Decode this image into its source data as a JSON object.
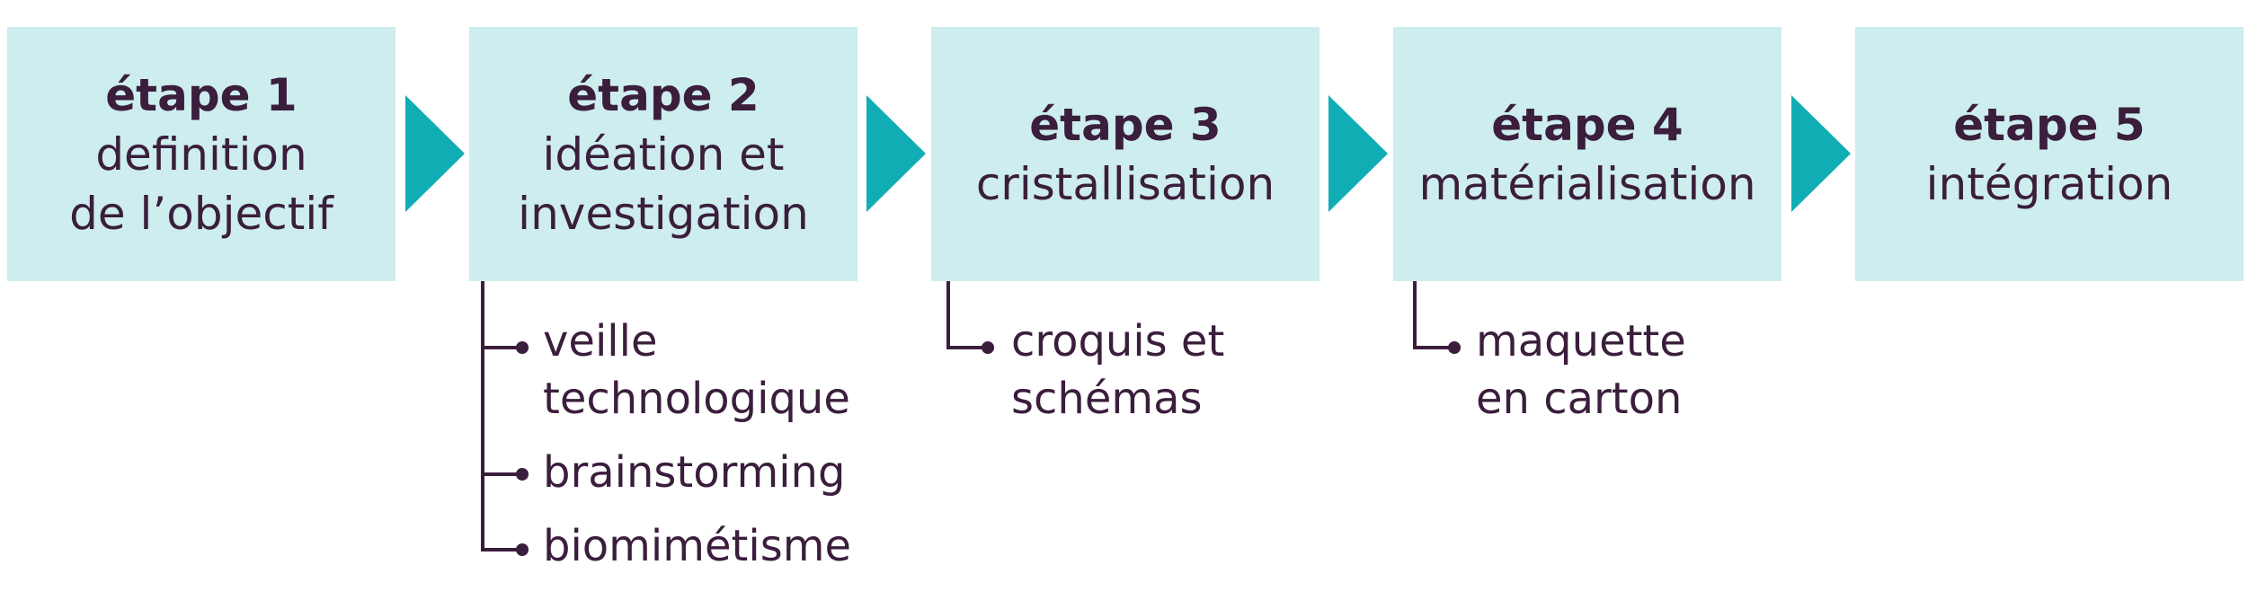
{
  "steps": [
    {
      "title": "étape 1",
      "lines": [
        "definition",
        "de l’objectif"
      ]
    },
    {
      "title": "étape 2",
      "lines": [
        "idéation et",
        "investigation"
      ]
    },
    {
      "title": "étape 3",
      "lines": [
        "cristallisation"
      ]
    },
    {
      "title": "étape 4",
      "lines": [
        "matérialisation"
      ]
    },
    {
      "title": "étape 5",
      "lines": [
        "intégration"
      ]
    }
  ],
  "substeps": {
    "step2": [
      "veille",
      "technologique",
      "brainstorming",
      "biomimétisme"
    ],
    "step3": [
      "croquis et",
      "schémas"
    ],
    "step4": [
      "maquette",
      "en carton"
    ]
  },
  "colors": {
    "box": "#cdedee",
    "arrow": "#11adb5",
    "text": "#3a1e3c"
  }
}
